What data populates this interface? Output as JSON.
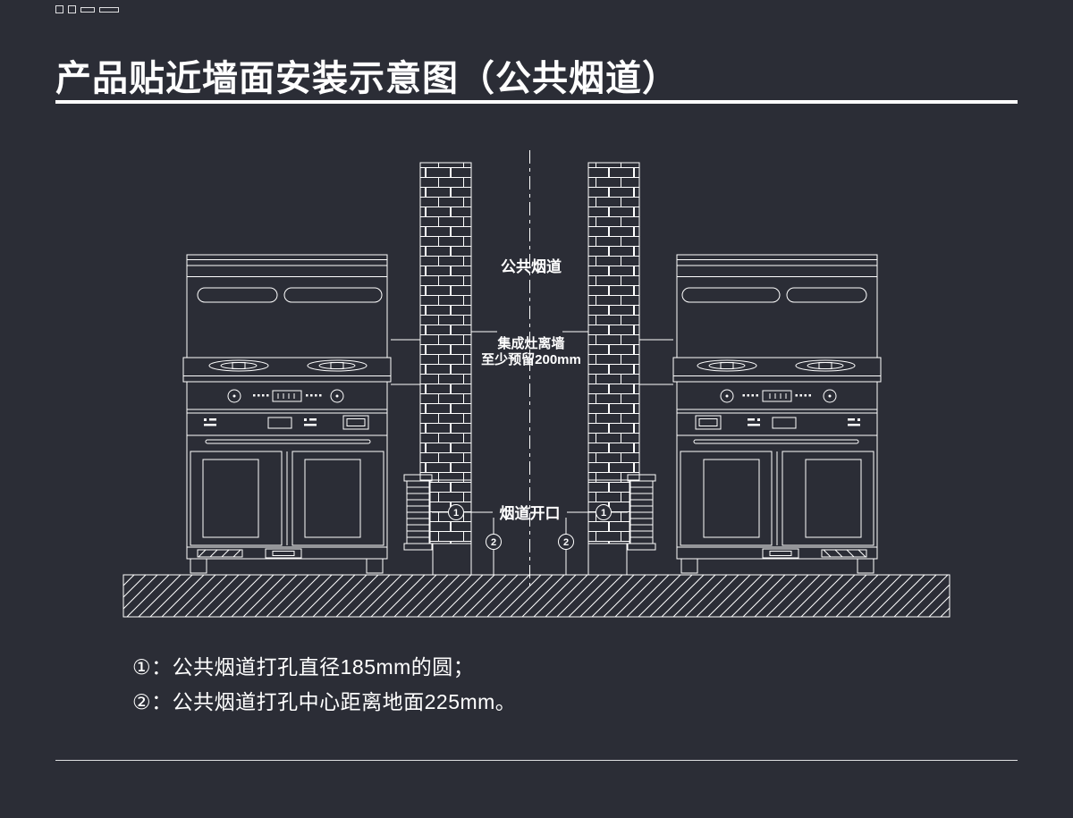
{
  "theme": {
    "background": "#2b2d36",
    "line_color": "#ffffff",
    "text_color": "#ffffff"
  },
  "header": {
    "title": "产品贴近墙面安装示意图（公共烟道）"
  },
  "diagram": {
    "flue_label": "公共烟道",
    "clearance_line1": "集成灶离墙",
    "clearance_line2": "至少预留200mm",
    "opening_label": "烟道开口",
    "marker_1": "1",
    "marker_2": "2"
  },
  "notes": {
    "note_1": "①：公共烟道打孔直径185mm的圆；",
    "note_2": "②：公共烟道打孔中心距离地面225mm。"
  }
}
